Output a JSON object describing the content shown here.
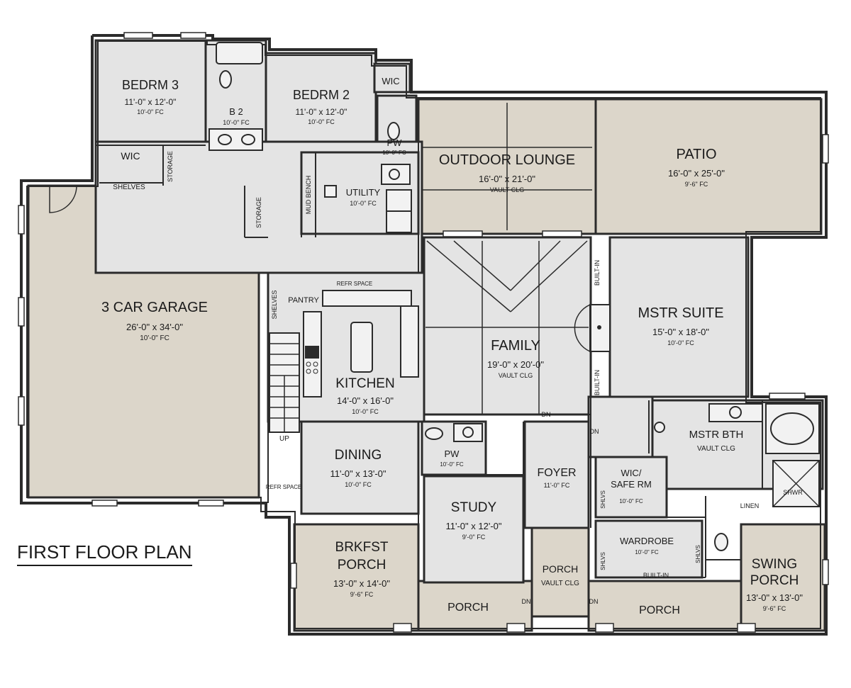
{
  "title": "FIRST FLOOR PLAN",
  "rooms": {
    "garage": {
      "name": "3 CAR GARAGE",
      "dims": "26'-0\" x 34'-0\"",
      "ceiling": "10'-0\" FC"
    },
    "bedrm3": {
      "name": "BEDRM 3",
      "dims": "11'-0\" x 12'-0\"",
      "ceiling": "10'-0\" FC"
    },
    "bedrm2": {
      "name": "BEDRM 2",
      "dims": "11'-0\" x 12'-0\"",
      "ceiling": "10'-0\" FC"
    },
    "b2": {
      "name": "B 2",
      "ceiling": "10'-0\" FC"
    },
    "wic_upper": {
      "name": "WIC"
    },
    "wic_left": {
      "name": "WIC"
    },
    "pw_upper": {
      "name": "PW",
      "ceiling": "10'-0\" FC"
    },
    "utility": {
      "name": "UTILITY",
      "ceiling": "10'-0\" FC"
    },
    "outdoor_lounge": {
      "name": "OUTDOOR LOUNGE",
      "dims": "16'-0\" x 21'-0\"",
      "ceiling": "VAULT CLG"
    },
    "patio": {
      "name": "PATIO",
      "dims": "16'-0\" x 25'-0\"",
      "ceiling": "9'-6\" FC"
    },
    "family": {
      "name": "FAMILY",
      "dims": "19'-0\" x 20'-0\"",
      "ceiling": "VAULT CLG"
    },
    "mstr_suite": {
      "name": "MSTR SUITE",
      "dims": "15'-0\" x 18'-0\"",
      "ceiling": "10'-0\" FC"
    },
    "mstr_bth": {
      "name": "MSTR BTH",
      "ceiling": "VAULT CLG"
    },
    "kitchen": {
      "name": "KITCHEN",
      "dims": "14'-0\" x 16'-0\"",
      "ceiling": "10'-0\" FC"
    },
    "pantry": {
      "name": "PANTRY"
    },
    "dining": {
      "name": "DINING",
      "dims": "11'-0\" x 13'-0\"",
      "ceiling": "10'-0\" FC"
    },
    "pw_lower": {
      "name": "PW",
      "ceiling": "10'-0\" FC"
    },
    "foyer": {
      "name": "FOYER",
      "ceiling": "11'-0\" FC"
    },
    "study": {
      "name": "STUDY",
      "dims": "11'-0\" x 12'-0\"",
      "ceiling": "9'-0\" FC"
    },
    "wic_safe": {
      "name_line1": "WIC/",
      "name_line2": "SAFE RM",
      "ceiling": "10'-0\" FC"
    },
    "wardrobe": {
      "name": "WARDROBE",
      "ceiling": "10'-0\" FC"
    },
    "brkfst_porch": {
      "name_line1": "BRKFST",
      "name_line2": "PORCH",
      "dims": "13'-0\" x 14'-0\"",
      "ceiling": "9'-6\" FC"
    },
    "porch_center": {
      "name": "PORCH",
      "ceiling": "VAULT CLG"
    },
    "swing_porch": {
      "name_line1": "SWING",
      "name_line2": "PORCH",
      "dims": "13'-0\" x 13'-0\"",
      "ceiling": "9'-6\" FC"
    },
    "porch_left": {
      "name": "PORCH"
    },
    "porch_right": {
      "name": "PORCH"
    }
  },
  "labels": {
    "storage": "STORAGE",
    "shelves": "SHELVES",
    "mud_bench": "MUD BENCH",
    "built_in": "BUILT-IN",
    "refr_space": "REFR SPACE",
    "linen": "LINEN",
    "shwr": "SHWR",
    "shlvs": "SHLVS",
    "up": "UP",
    "dn": "DN"
  }
}
